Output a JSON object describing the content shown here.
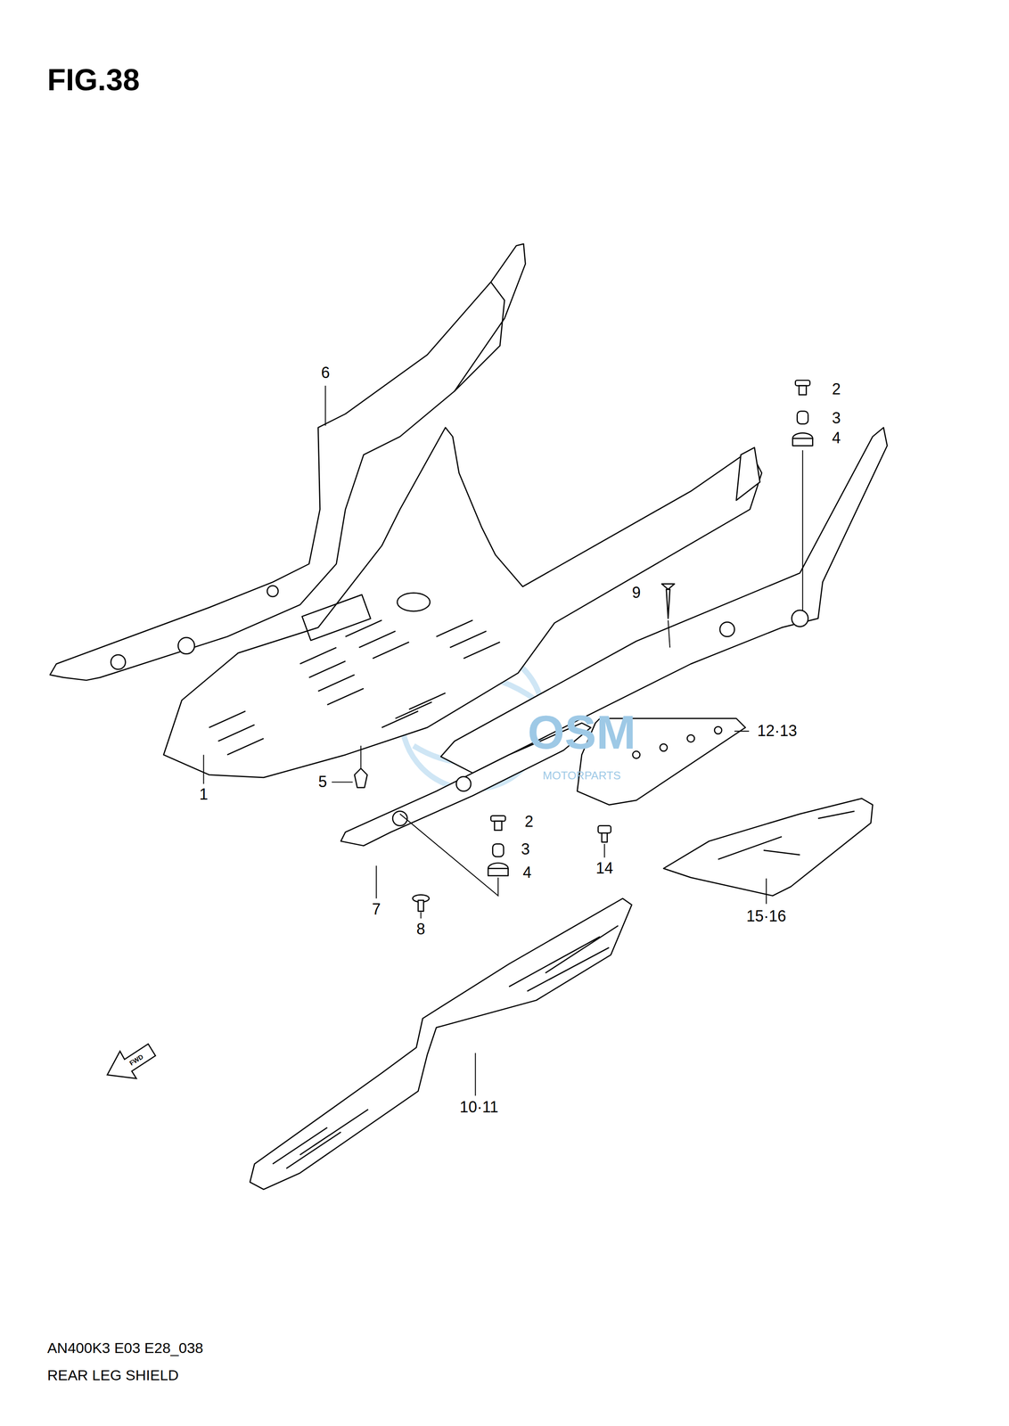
{
  "diagram": {
    "title": "FIG.38",
    "labels": [
      "6",
      "2",
      "3",
      "4",
      "9",
      "12·13",
      "1",
      "5",
      "2",
      "3",
      "4",
      "7",
      "8",
      "14",
      "15·16",
      "10·11",
      "FWD",
      "OSM",
      "MOTORPARTS",
      "AN400K3 E03 E28_038",
      "REAR LEG SHIELD"
    ]
  }
}
